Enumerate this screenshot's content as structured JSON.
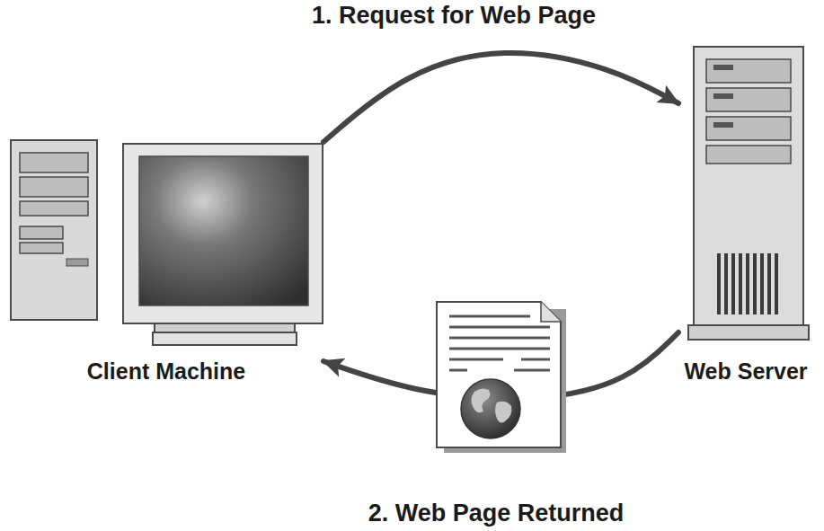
{
  "diagram": {
    "nodes": [
      {
        "text": [
          "Client Machine"
        ]
      },
      {
        "text": [
          "Web Server"
        ]
      }
    ],
    "edges": [
      {
        "from": 0,
        "to": 1,
        "arrow": "to",
        "label": "1. Request for Web Page"
      },
      {
        "from": 1,
        "to": 0,
        "arrow": "to",
        "label": "2. Web Page Returned"
      }
    ]
  }
}
